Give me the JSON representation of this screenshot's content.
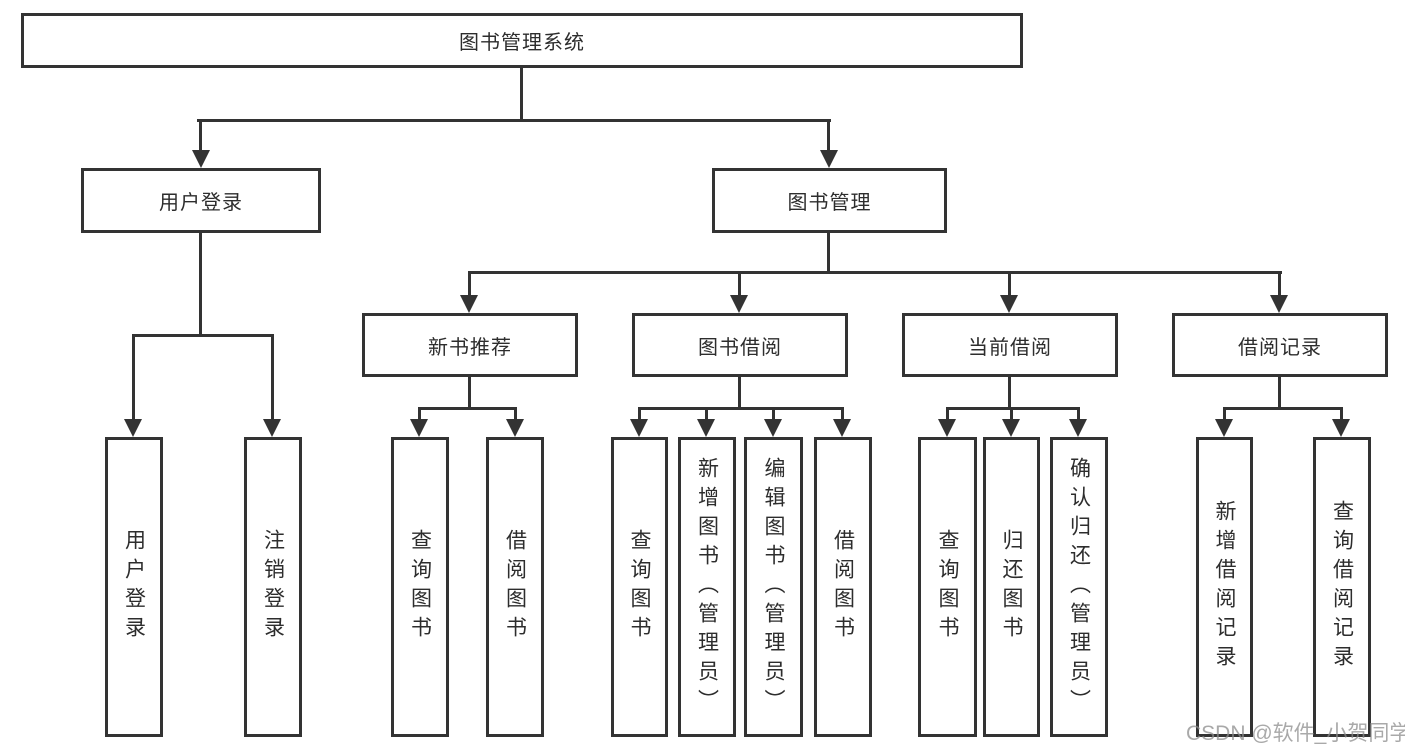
{
  "colors": {
    "line": "#333333",
    "text": "#2d2d2d",
    "background": "#ffffff",
    "watermark_gray": "#8c8c8c"
  },
  "watermark": {
    "text": "CSDN @软件_小贺同学"
  },
  "tree": {
    "root": {
      "label": "图书管理系统",
      "children": [
        {
          "label": "用户登录",
          "children": [
            {
              "label": "用户登录"
            },
            {
              "label": "注销登录"
            }
          ]
        },
        {
          "label": "图书管理",
          "children": [
            {
              "label": "新书推荐",
              "children": [
                {
                  "label": "查询图书"
                },
                {
                  "label": "借阅图书"
                }
              ]
            },
            {
              "label": "图书借阅",
              "children": [
                {
                  "label": "查询图书"
                },
                {
                  "label": "新增图书（管理员）"
                },
                {
                  "label": "编辑图书（管理员）"
                },
                {
                  "label": "借阅图书"
                }
              ]
            },
            {
              "label": "当前借阅",
              "children": [
                {
                  "label": "查询图书"
                },
                {
                  "label": "归还图书"
                },
                {
                  "label": "确认归还（管理员）"
                }
              ]
            },
            {
              "label": "借阅记录",
              "children": [
                {
                  "label": "新增借阅记录"
                },
                {
                  "label": "查询借阅记录"
                }
              ]
            }
          ]
        }
      ]
    }
  }
}
